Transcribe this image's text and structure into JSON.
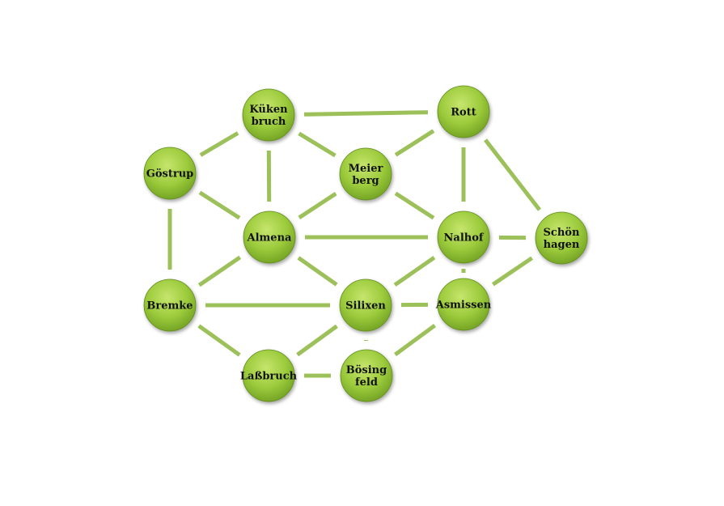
{
  "diagram": {
    "type": "network",
    "colors": {
      "node_fill": "#8fbf32",
      "node_highlight": "#c6e56d",
      "node_shadow": "#5f8a1c",
      "edge": "#9cc05a",
      "label": "#111111"
    },
    "nodes": [
      {
        "id": "kuekenbruch",
        "lines": [
          "Küken",
          "bruch"
        ]
      },
      {
        "id": "rott",
        "lines": [
          "Rott"
        ]
      },
      {
        "id": "goestrup",
        "lines": [
          "Göstrup"
        ]
      },
      {
        "id": "meierberg",
        "lines": [
          "Meier",
          "berg"
        ]
      },
      {
        "id": "almena",
        "lines": [
          "Almena"
        ]
      },
      {
        "id": "nalhof",
        "lines": [
          "Nalhof"
        ]
      },
      {
        "id": "schoenhagen",
        "lines": [
          "Schön",
          "hagen"
        ]
      },
      {
        "id": "bremke",
        "lines": [
          "Bremke"
        ]
      },
      {
        "id": "silixen",
        "lines": [
          "Silixen"
        ]
      },
      {
        "id": "asmissen",
        "lines": [
          "Asmissen"
        ]
      },
      {
        "id": "lassbruch",
        "lines": [
          "Laßbruch"
        ]
      },
      {
        "id": "boesingfeld",
        "lines": [
          "Bösing",
          "feld"
        ]
      }
    ],
    "edges": [
      [
        "kuekenbruch",
        "rott"
      ],
      [
        "kuekenbruch",
        "goestrup"
      ],
      [
        "kuekenbruch",
        "almena"
      ],
      [
        "kuekenbruch",
        "meierberg"
      ],
      [
        "rott",
        "meierberg"
      ],
      [
        "rott",
        "nalhof"
      ],
      [
        "rott",
        "schoenhagen"
      ],
      [
        "goestrup",
        "almena"
      ],
      [
        "goestrup",
        "bremke"
      ],
      [
        "meierberg",
        "almena"
      ],
      [
        "meierberg",
        "nalhof"
      ],
      [
        "almena",
        "nalhof"
      ],
      [
        "almena",
        "bremke"
      ],
      [
        "almena",
        "silixen"
      ],
      [
        "nalhof",
        "schoenhagen"
      ],
      [
        "nalhof",
        "silixen"
      ],
      [
        "nalhof",
        "asmissen"
      ],
      [
        "schoenhagen",
        "asmissen"
      ],
      [
        "bremke",
        "silixen"
      ],
      [
        "bremke",
        "lassbruch"
      ],
      [
        "silixen",
        "asmissen"
      ],
      [
        "silixen",
        "lassbruch"
      ],
      [
        "silixen",
        "boesingfeld"
      ],
      [
        "asmissen",
        "boesingfeld"
      ],
      [
        "lassbruch",
        "boesingfeld"
      ]
    ]
  }
}
